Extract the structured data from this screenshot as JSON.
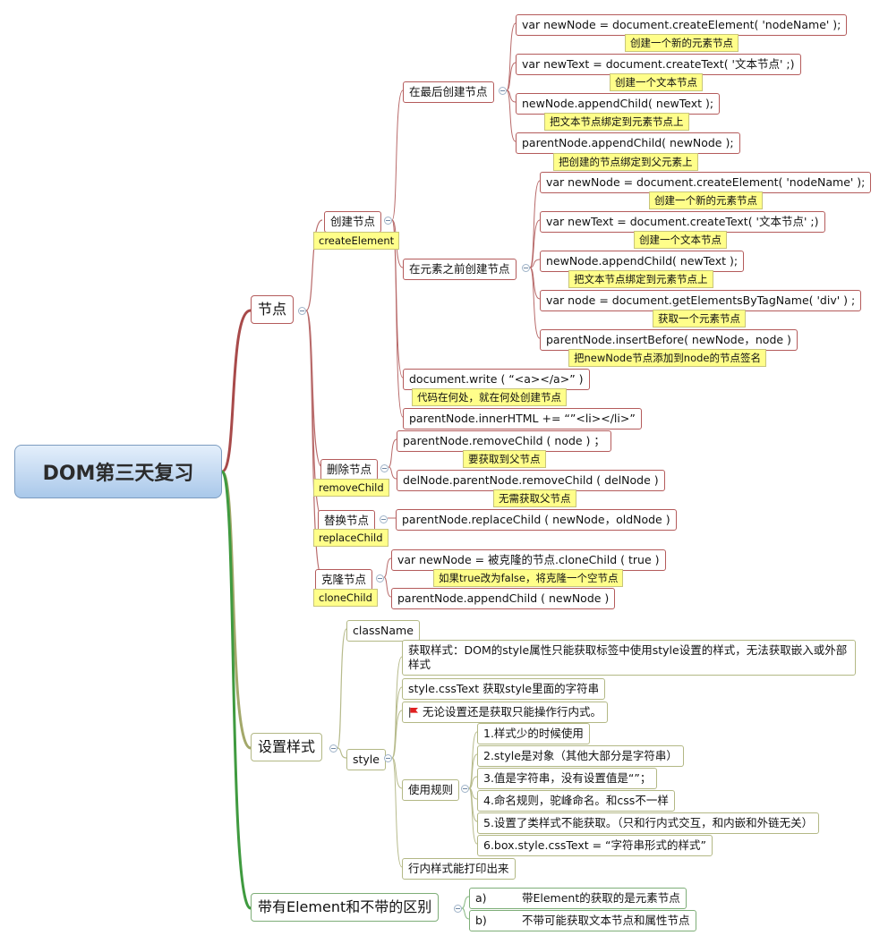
{
  "root": {
    "title": "DOM第三天复习"
  },
  "jiedian": {
    "title": "节点",
    "create": {
      "title": "创建节点",
      "tag": "createElement",
      "last": {
        "title": "在最后创建节点",
        "lines": [
          "var newNode = document.createElement( 'nodeName' );",
          "var newText = document.createText( '文本节点' ;)",
          "newNode.appendChild( newText );",
          "parentNode.appendChild( newNode );"
        ],
        "notes": [
          "创建一个新的元素节点",
          "创建一个文本节点",
          "把文本节点绑定到元素节点上",
          "把创建的节点绑定到父元素上"
        ]
      },
      "before": {
        "title": "在元素之前创建节点",
        "lines": [
          "var newNode = document.createElement( 'nodeName' );",
          "var newText = document.createText( '文本节点' ;)",
          "newNode.appendChild( newText );",
          "var node = document.getElementsByTagName( 'div' ) ;",
          "parentNode.insertBefore( newNode，node )"
        ],
        "notes": [
          "创建一个新的元素节点",
          "创建一个文本节点",
          "把文本节点绑定到元素节点上",
          "获取一个元素节点",
          "把newNode节点添加到node的节点签名"
        ]
      },
      "write": "document.write ( “<a></a>” )",
      "write_note": "代码在何处，就在何处创建节点",
      "inner": "parentNode.innerHTML += “”<li></li>”"
    },
    "remove": {
      "title": "删除节点",
      "tag": "removeChild",
      "lines": [
        "parentNode.removeChild ( node ) ；",
        "delNode.parentNode.removeChild ( delNode )"
      ],
      "notes": [
        "要获取到父节点",
        "无需获取父节点"
      ]
    },
    "replace": {
      "title": "替换节点",
      "tag": "replaceChild",
      "line": "parentNode.replaceChild ( newNode，oldNode )"
    },
    "clone": {
      "title": "克隆节点",
      "tag": "cloneChild",
      "lines": [
        "var newNode = 被克隆的节点.cloneChild ( true )",
        "parentNode.appendChild ( newNode )"
      ],
      "note": "如果true改为false，将克隆一个空节点"
    }
  },
  "style": {
    "title": "设置样式",
    "classname": "className",
    "style_label": "style",
    "get": "获取样式：DOM的style属性只能获取标签中使用style设置的样式，无法获取嵌入或外部样式",
    "csstext": "style.cssText 获取style里面的字符串",
    "flag_text": "无论设置还是获取只能操作行内式。",
    "flag_icon": "red-flag-icon",
    "rules_title": "使用规则",
    "rules": [
      "1.样式少的时候使用",
      "2.style是对象（其他大部分是字符串）",
      "3.值是字符串，没有设置值是“”；",
      "4.命名规则，驼峰命名。和css不一样",
      "5.设置了类样式不能获取。（只和行内式交互，和内嵌和外链无关）",
      "6.box.style.cssText = “字符串形式的样式”"
    ],
    "print": "行内样式能打印出来"
  },
  "element": {
    "title": "带有Element和不带的区别",
    "items": [
      {
        "marker": "a)",
        "text": "带Element的获取的是元素节点"
      },
      {
        "marker": "b)",
        "text": "不带可能获取文本节点和属性节点"
      }
    ]
  },
  "colors": {
    "red_branch": "#a84a4a",
    "olive_branch": "#a3a86a",
    "green_branch": "#3f9a3f",
    "note_fill": "#fffe8a",
    "root_fill": "#b9d3ef"
  }
}
